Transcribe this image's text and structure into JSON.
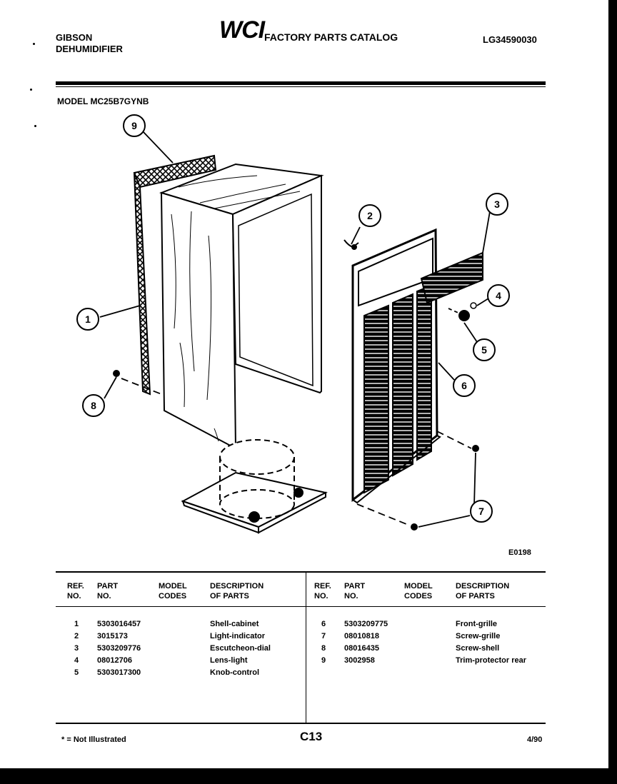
{
  "header": {
    "brand_line1": "GIBSON",
    "brand_line2": "DEHUMIDIFIER",
    "logo": "WCI",
    "catalog_title": "FACTORY PARTS CATALOG",
    "catalog_code": "LG34590030"
  },
  "model_line": "MODEL MC25B7GYNB",
  "figure_number": "E0198",
  "callouts": [
    "1",
    "2",
    "3",
    "4",
    "5",
    "6",
    "7",
    "8",
    "9"
  ],
  "table": {
    "headers": {
      "ref_no": [
        "REF.",
        "NO."
      ],
      "part_no": [
        "PART",
        "NO."
      ],
      "model_codes": [
        "MODEL",
        "CODES"
      ],
      "description": [
        "DESCRIPTION",
        "OF PARTS"
      ]
    },
    "left_rows": [
      {
        "ref": "1",
        "part": "5303016457",
        "code": "",
        "desc": "Shell-cabinet"
      },
      {
        "ref": "2",
        "part": "3015173",
        "code": "",
        "desc": "Light-indicator"
      },
      {
        "ref": "3",
        "part": "5303209776",
        "code": "",
        "desc": "Escutcheon-dial"
      },
      {
        "ref": "4",
        "part": "08012706",
        "code": "",
        "desc": "Lens-light"
      },
      {
        "ref": "5",
        "part": "5303017300",
        "code": "",
        "desc": "Knob-control"
      }
    ],
    "right_rows": [
      {
        "ref": "6",
        "part": "5303209775",
        "code": "",
        "desc": "Front-grille"
      },
      {
        "ref": "7",
        "part": "08010818",
        "code": "",
        "desc": "Screw-grille"
      },
      {
        "ref": "8",
        "part": "08016435",
        "code": "",
        "desc": "Screw-shell"
      },
      {
        "ref": "9",
        "part": "3002958",
        "code": "",
        "desc": "Trim-protector rear"
      }
    ]
  },
  "footer": {
    "note": "* = Not Illustrated",
    "page": "C13",
    "date": "4/90"
  }
}
